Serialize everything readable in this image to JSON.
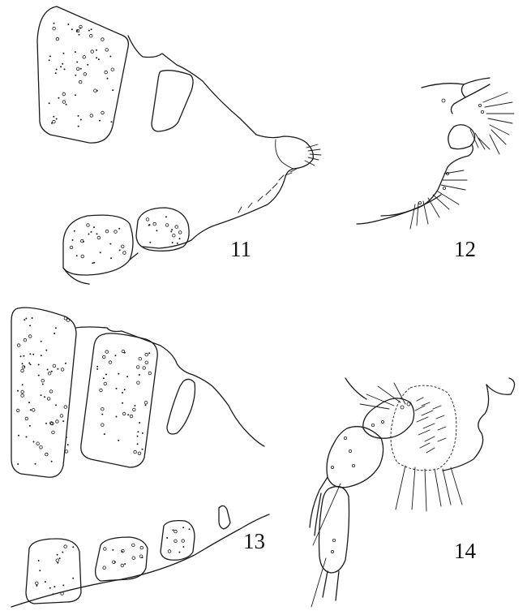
{
  "figures": [
    {
      "id": "fig-11",
      "label": "11"
    },
    {
      "id": "fig-12",
      "label": "12"
    },
    {
      "id": "fig-13",
      "label": "13"
    },
    {
      "id": "fig-14",
      "label": "14"
    }
  ],
  "ink_color": "#1a1a1a",
  "background_color": "#ffffff"
}
